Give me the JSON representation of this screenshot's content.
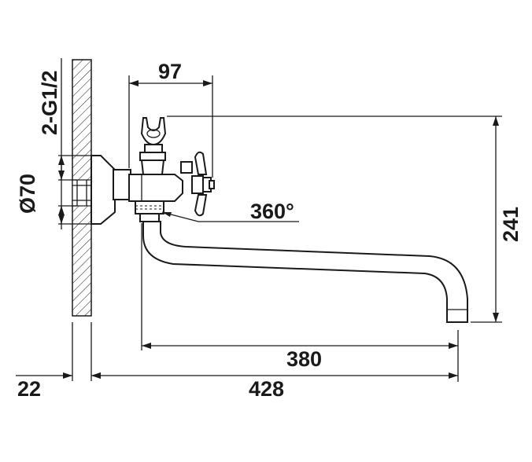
{
  "dimensions": {
    "width_97": "97",
    "height_241": "241",
    "spout_380": "380",
    "total_428": "428",
    "wall_22": "22",
    "diameter_70": "Ø70",
    "thread": "2-G1/2",
    "rotation": "360°"
  }
}
